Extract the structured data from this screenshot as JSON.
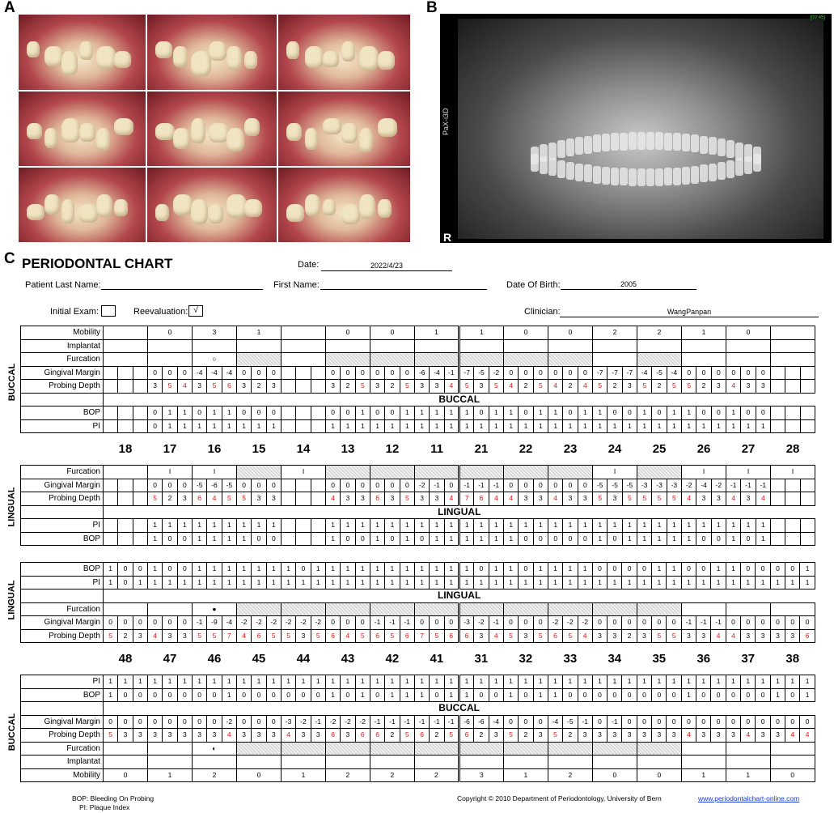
{
  "panel_labels": {
    "a": "A",
    "b": "B",
    "c": "C"
  },
  "xray": {
    "side_text": "PaX-i3D",
    "side_marker": "R",
    "corner_text": "[00:45]"
  },
  "chart": {
    "title": "PERIODONTAL CHART",
    "date_label": "Date:",
    "date_value": "2022/4/23",
    "last_name_label": "Patient Last Name:",
    "last_name_value": "",
    "first_name_label": "First Name:",
    "first_name_value": "",
    "dob_label": "Date Of Birth:",
    "dob_value": "2005",
    "initial_label": "Initial Exam:",
    "initial_value": "",
    "reeval_label": "Reevaluation:",
    "reeval_value": "√",
    "clinician_label": "Clinician:",
    "clinician_value": "WangPanpan",
    "side_buccal": "BUCCAL",
    "side_lingual": "LINGUAL",
    "row_labels": {
      "mobility": "Mobility",
      "implantat": "Implantat",
      "furcation": "Furcation",
      "gm": "Gingival Margin",
      "pd": "Probing Depth",
      "bop": "BOP",
      "pi": "PI"
    },
    "upper_teeth": [
      "18",
      "17",
      "16",
      "15",
      "14",
      "13",
      "12",
      "11",
      "21",
      "22",
      "23",
      "24",
      "25",
      "26",
      "27",
      "28"
    ],
    "lower_teeth": [
      "48",
      "47",
      "46",
      "45",
      "44",
      "43",
      "42",
      "41",
      "31",
      "32",
      "33",
      "34",
      "35",
      "36",
      "37",
      "38"
    ],
    "upper": {
      "mobility": [
        "",
        "0",
        "3",
        "1",
        "",
        "0",
        "0",
        "1",
        "1",
        "0",
        "0",
        "2",
        "2",
        "1",
        "0",
        ""
      ],
      "furcation_b": [
        "",
        "",
        "○",
        "",
        "",
        "",
        "",
        "",
        "",
        "",
        "",
        "",
        "",
        "",
        "",
        ""
      ],
      "gm_b": [
        "",
        "",
        "",
        "0",
        "0",
        "0",
        "-4",
        "-4",
        "-4",
        "0",
        "0",
        "0",
        "",
        "",
        "",
        "0",
        "0",
        "0",
        "0",
        "0",
        "0",
        "-6",
        "-4",
        "-1",
        "-7",
        "-5",
        "-2",
        "0",
        "0",
        "0",
        "0",
        "0",
        "0",
        "-7",
        "-7",
        "-7",
        "-4",
        "-5",
        "-4",
        "0",
        "0",
        "0",
        "0",
        "0",
        "0",
        "",
        "",
        ""
      ],
      "pd_b": [
        "",
        "",
        "",
        "3",
        "5",
        "4",
        "3",
        "5",
        "6",
        "3",
        "2",
        "3",
        "",
        "",
        "",
        "3",
        "2",
        "5",
        "3",
        "2",
        "5",
        "3",
        "3",
        "4",
        "5",
        "3",
        "5",
        "4",
        "2",
        "5",
        "4",
        "2",
        "4",
        "5",
        "2",
        "3",
        "5",
        "2",
        "5",
        "5",
        "2",
        "3",
        "4",
        "3",
        "3",
        "",
        "",
        ""
      ],
      "bop_b": [
        "",
        "",
        "",
        "0",
        "1",
        "1",
        "0",
        "1",
        "1",
        "0",
        "0",
        "0",
        "",
        "",
        "",
        "0",
        "0",
        "1",
        "0",
        "0",
        "1",
        "1",
        "1",
        "1",
        "1",
        "0",
        "1",
        "1",
        "0",
        "1",
        "1",
        "0",
        "1",
        "1",
        "0",
        "0",
        "1",
        "0",
        "1",
        "1",
        "0",
        "0",
        "1",
        "0",
        "0",
        "",
        "",
        ""
      ],
      "pi_b": [
        "",
        "",
        "",
        "0",
        "1",
        "1",
        "1",
        "1",
        "1",
        "1",
        "1",
        "1",
        "",
        "",
        "",
        "1",
        "1",
        "1",
        "1",
        "1",
        "1",
        "1",
        "1",
        "1",
        "1",
        "1",
        "1",
        "1",
        "1",
        "1",
        "1",
        "1",
        "1",
        "1",
        "1",
        "1",
        "1",
        "1",
        "1",
        "1",
        "1",
        "1",
        "1",
        "1",
        "1",
        "",
        "",
        ""
      ],
      "furcation_l": [
        "",
        "I",
        "I",
        "",
        "I",
        "",
        "",
        "",
        "",
        "",
        "",
        "I",
        "",
        "I",
        "I",
        "I"
      ],
      "gm_l": [
        "",
        "",
        "",
        "0",
        "0",
        "0",
        "-5",
        "-6",
        "-5",
        "0",
        "0",
        "0",
        "",
        "",
        "",
        "0",
        "0",
        "0",
        "0",
        "0",
        "0",
        "-2",
        "-1",
        "0",
        "-1",
        "-1",
        "-1",
        "0",
        "0",
        "0",
        "0",
        "0",
        "0",
        "-5",
        "-5",
        "-5",
        "-3",
        "-3",
        "-3",
        "-2",
        "-4",
        "-2",
        "-1",
        "-1",
        "-1",
        "",
        "",
        ""
      ],
      "pd_l": [
        "",
        "",
        "",
        "5",
        "2",
        "3",
        "6",
        "4",
        "5",
        "5",
        "3",
        "3",
        "",
        "",
        "",
        "4",
        "3",
        "3",
        "6",
        "3",
        "5",
        "3",
        "3",
        "4",
        "7",
        "6",
        "4",
        "4",
        "3",
        "3",
        "4",
        "3",
        "3",
        "5",
        "3",
        "5",
        "5",
        "5",
        "5",
        "4",
        "3",
        "3",
        "4",
        "3",
        "4",
        "",
        "",
        ""
      ],
      "pi_l": [
        "",
        "",
        "",
        "1",
        "1",
        "1",
        "1",
        "1",
        "1",
        "1",
        "1",
        "1",
        "",
        "",
        "",
        "1",
        "1",
        "1",
        "1",
        "1",
        "1",
        "1",
        "1",
        "1",
        "1",
        "1",
        "1",
        "1",
        "1",
        "1",
        "1",
        "1",
        "1",
        "1",
        "1",
        "1",
        "1",
        "1",
        "1",
        "1",
        "1",
        "1",
        "1",
        "1",
        "1",
        "",
        "",
        ""
      ],
      "bop_l": [
        "",
        "",
        "",
        "1",
        "0",
        "0",
        "1",
        "1",
        "1",
        "1",
        "0",
        "0",
        "",
        "",
        "",
        "1",
        "0",
        "0",
        "1",
        "0",
        "1",
        "0",
        "1",
        "1",
        "1",
        "1",
        "1",
        "1",
        "0",
        "0",
        "0",
        "0",
        "0",
        "1",
        "0",
        "1",
        "1",
        "1",
        "1",
        "1",
        "0",
        "0",
        "1",
        "0",
        "1",
        "",
        "",
        ""
      ]
    },
    "lower": {
      "bop_l": [
        "1",
        "0",
        "0",
        "1",
        "0",
        "0",
        "1",
        "1",
        "1",
        "1",
        "1",
        "1",
        "1",
        "0",
        "1",
        "1",
        "1",
        "1",
        "1",
        "1",
        "1",
        "1",
        "1",
        "1",
        "1",
        "0",
        "1",
        "1",
        "0",
        "1",
        "1",
        "1",
        "1",
        "0",
        "0",
        "0",
        "0",
        "1",
        "1",
        "0",
        "0",
        "1",
        "1",
        "0",
        "0",
        "0",
        "0",
        "1"
      ],
      "pi_l": [
        "1",
        "0",
        "1",
        "1",
        "1",
        "1",
        "1",
        "1",
        "1",
        "1",
        "1",
        "1",
        "1",
        "1",
        "1",
        "1",
        "1",
        "1",
        "1",
        "1",
        "1",
        "1",
        "1",
        "1",
        "1",
        "1",
        "1",
        "1",
        "1",
        "1",
        "1",
        "1",
        "1",
        "1",
        "1",
        "1",
        "1",
        "1",
        "1",
        "1",
        "1",
        "1",
        "1",
        "1",
        "1",
        "1",
        "1",
        "1"
      ],
      "furcation_l": [
        "",
        "",
        "●",
        "",
        "",
        "",
        "",
        "",
        "",
        "",
        "",
        "",
        "",
        "",
        "",
        ""
      ],
      "gm_l": [
        "0",
        "0",
        "0",
        "0",
        "0",
        "0",
        "-1",
        "-9",
        "-4",
        "-2",
        "-2",
        "-2",
        "-2",
        "-2",
        "-2",
        "0",
        "0",
        "0",
        "-1",
        "-1",
        "-1",
        "0",
        "0",
        "0",
        "-3",
        "-2",
        "-1",
        "0",
        "0",
        "0",
        "-2",
        "-2",
        "-2",
        "0",
        "0",
        "0",
        "0",
        "0",
        "0",
        "-1",
        "-1",
        "-1",
        "0",
        "0",
        "0",
        "0",
        "0",
        "0"
      ],
      "pd_l": [
        "5",
        "2",
        "3",
        "4",
        "3",
        "3",
        "5",
        "5",
        "7",
        "4",
        "6",
        "5",
        "5",
        "3",
        "5",
        "6",
        "4",
        "5",
        "6",
        "5",
        "6",
        "7",
        "5",
        "6",
        "6",
        "3",
        "4",
        "5",
        "3",
        "5",
        "6",
        "5",
        "4",
        "3",
        "3",
        "2",
        "3",
        "5",
        "5",
        "3",
        "3",
        "4",
        "4",
        "3",
        "3",
        "3",
        "3",
        "6"
      ],
      "pi_b": [
        "1",
        "1",
        "1",
        "1",
        "1",
        "1",
        "1",
        "1",
        "1",
        "1",
        "1",
        "1",
        "1",
        "1",
        "1",
        "1",
        "1",
        "1",
        "1",
        "1",
        "1",
        "1",
        "1",
        "1",
        "1",
        "1",
        "1",
        "1",
        "1",
        "1",
        "1",
        "1",
        "1",
        "1",
        "1",
        "1",
        "1",
        "1",
        "1",
        "1",
        "1",
        "1",
        "1",
        "1",
        "1",
        "1",
        "1",
        "1"
      ],
      "bop_b": [
        "1",
        "0",
        "0",
        "0",
        "0",
        "0",
        "0",
        "0",
        "1",
        "0",
        "0",
        "0",
        "0",
        "0",
        "0",
        "1",
        "0",
        "1",
        "0",
        "1",
        "1",
        "1",
        "0",
        "1",
        "1",
        "0",
        "0",
        "1",
        "0",
        "1",
        "1",
        "0",
        "0",
        "0",
        "0",
        "0",
        "0",
        "0",
        "0",
        "1",
        "0",
        "0",
        "0",
        "0",
        "0",
        "1",
        "0",
        "1"
      ],
      "gm_b": [
        "0",
        "0",
        "0",
        "0",
        "0",
        "0",
        "0",
        "0",
        "-2",
        "0",
        "0",
        "0",
        "-3",
        "-2",
        "-1",
        "-2",
        "-2",
        "-2",
        "-1",
        "-1",
        "-1",
        "-1",
        "-1",
        "-1",
        "-6",
        "-6",
        "-4",
        "0",
        "0",
        "0",
        "-4",
        "-5",
        "-1",
        "0",
        "-1",
        "0",
        "0",
        "0",
        "0",
        "0",
        "0",
        "0",
        "0",
        "0",
        "0",
        "0",
        "0",
        "0"
      ],
      "pd_b": [
        "5",
        "3",
        "3",
        "3",
        "3",
        "3",
        "3",
        "3",
        "4",
        "3",
        "3",
        "3",
        "4",
        "3",
        "3",
        "6",
        "3",
        "6",
        "6",
        "2",
        "5",
        "6",
        "2",
        "5",
        "6",
        "2",
        "3",
        "5",
        "2",
        "3",
        "5",
        "2",
        "3",
        "3",
        "3",
        "3",
        "3",
        "3",
        "3",
        "4",
        "3",
        "3",
        "3",
        "4",
        "3",
        "3",
        "4",
        "4"
      ],
      "furcation_b": [
        "",
        "",
        "◐",
        "",
        "",
        "",
        "",
        "",
        "",
        "",
        "",
        "",
        "",
        "",
        "",
        ""
      ],
      "mobility": [
        "0",
        "1",
        "2",
        "0",
        "1",
        "2",
        "2",
        "2",
        "3",
        "1",
        "2",
        "0",
        "0",
        "1",
        "1",
        "0"
      ]
    },
    "red_threshold": 4,
    "footer": {
      "bop_def": "BOP:  Bleeding On Probing",
      "pi_def": "PI:  Plaque Index",
      "copyright": "Copyright © 2010 Department of Periodontology, University of Bern",
      "link": "www.periodontalchart-online.com"
    }
  }
}
